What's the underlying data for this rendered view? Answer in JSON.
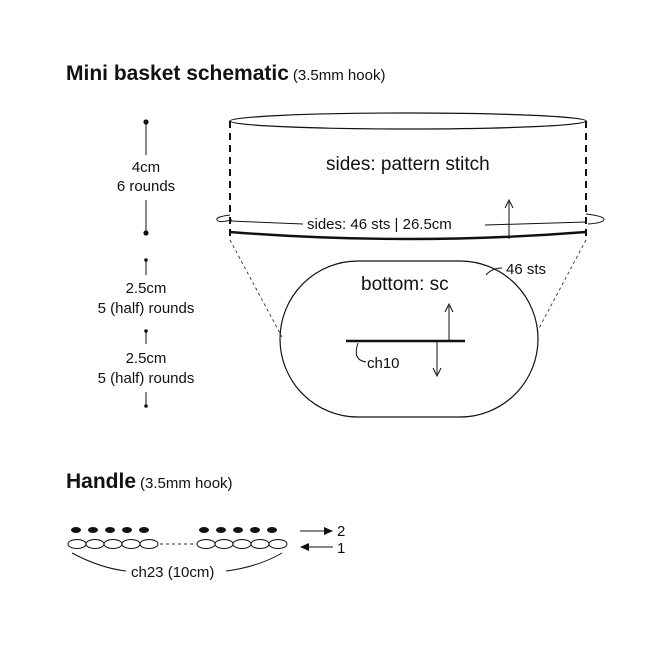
{
  "basket": {
    "title": "Mini basket schematic",
    "hook": "(3.5mm hook)",
    "measure_sides_1": "4cm",
    "measure_sides_2": "6 rounds",
    "measure_bottom_a1": "2.5cm",
    "measure_bottom_a2": "5 (half) rounds",
    "measure_bottom_b1": "2.5cm",
    "measure_bottom_b2": "5 (half) rounds",
    "sides_label": "sides: pattern stitch",
    "sides_count": "sides: 46 sts | 26.5cm",
    "bottom_label": "bottom: sc",
    "bottom_count": "46 sts",
    "chain_label": "ch10"
  },
  "handle": {
    "title": "Handle",
    "hook": "(3.5mm hook)",
    "row_2": "2",
    "row_1": "1",
    "chain_label": "ch23 (10cm)"
  }
}
